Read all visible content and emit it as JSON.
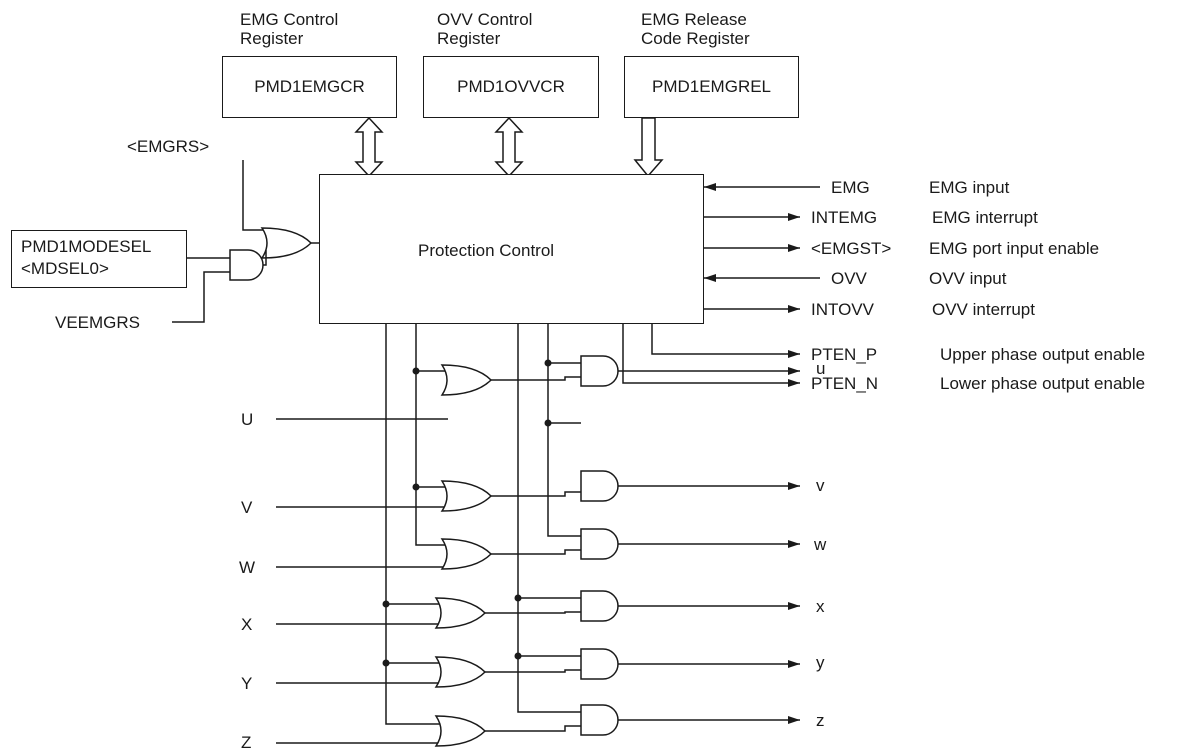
{
  "registers": [
    {
      "title1": "EMG Control",
      "title2": "Register",
      "name": "PMD1EMGCR"
    },
    {
      "title1": "OVV Control",
      "title2": "Register",
      "name": "PMD1OVVCR"
    },
    {
      "title1": "EMG Release",
      "title2": "Code Register",
      "name": "PMD1EMGREL"
    }
  ],
  "emgrs": "<EMGRS>",
  "modesel": {
    "line1": "PMD1MODESEL",
    "line2": "<MDSEL0>"
  },
  "veemgrs": "VEEMGRS",
  "block": "Protection Control",
  "signals": [
    {
      "name": "EMG",
      "desc": "EMG input"
    },
    {
      "name": "INTEMG",
      "desc": "EMG interrupt"
    },
    {
      "name": "<EMGST>",
      "desc": "EMG port input enable"
    },
    {
      "name": "OVV",
      "desc": "OVV input"
    },
    {
      "name": "INTOVV",
      "desc": "OVV interrupt"
    },
    {
      "name": "PTEN_P",
      "desc": "Upper phase output enable"
    },
    {
      "name": "PTEN_N",
      "desc": "Lower phase output enable"
    }
  ],
  "inputs": [
    "U",
    "V",
    "W",
    "X",
    "Y",
    "Z"
  ],
  "outputs": [
    "u",
    "v",
    "w",
    "x",
    "y",
    "z"
  ]
}
